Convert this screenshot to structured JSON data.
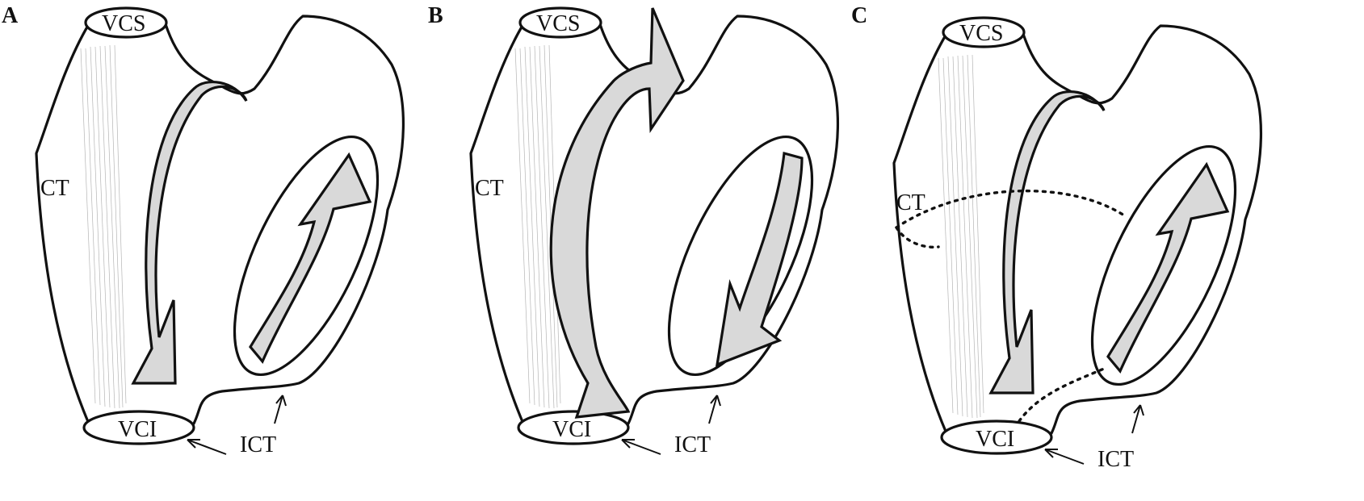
{
  "figure": {
    "panels": [
      {
        "id": "A",
        "letter": "A",
        "labels": {
          "top_vessel": "VCS",
          "bottom_vessel": "VCI",
          "crest": "CT",
          "isthmus": "ICT"
        },
        "outer_loop": "counterclockwise-down",
        "inner_loop": "up",
        "dotted_lines": false
      },
      {
        "id": "B",
        "letter": "B",
        "labels": {
          "top_vessel": "VCS",
          "bottom_vessel": "VCI",
          "crest": "CT",
          "isthmus": "ICT"
        },
        "outer_loop": "up",
        "inner_loop": "down",
        "dotted_lines": false
      },
      {
        "id": "C",
        "letter": "C",
        "labels": {
          "top_vessel": "VCS",
          "bottom_vessel": "VCI",
          "crest": "CT",
          "isthmus": "ICT"
        },
        "outer_loop": "counterclockwise-down",
        "inner_loop": "up",
        "dotted_lines": true
      }
    ],
    "colors": {
      "arrow_fill": "#d9d9d9",
      "outline": "#111111",
      "hatch": "#b5b5b5"
    }
  }
}
